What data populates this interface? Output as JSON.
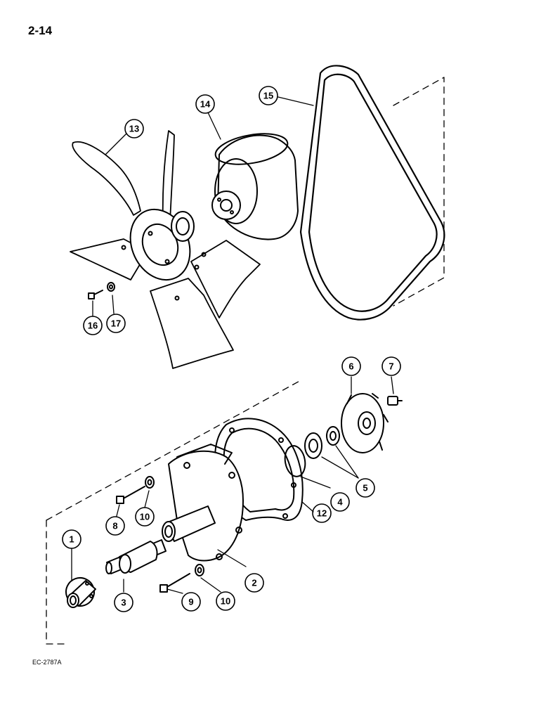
{
  "page_number": "2-14",
  "drawing_code": "EC-2787A",
  "callouts": [
    "1",
    "2",
    "3",
    "4",
    "5",
    "6",
    "7",
    "8",
    "9",
    "10",
    "10",
    "12",
    "13",
    "14",
    "15",
    "16",
    "17"
  ]
}
